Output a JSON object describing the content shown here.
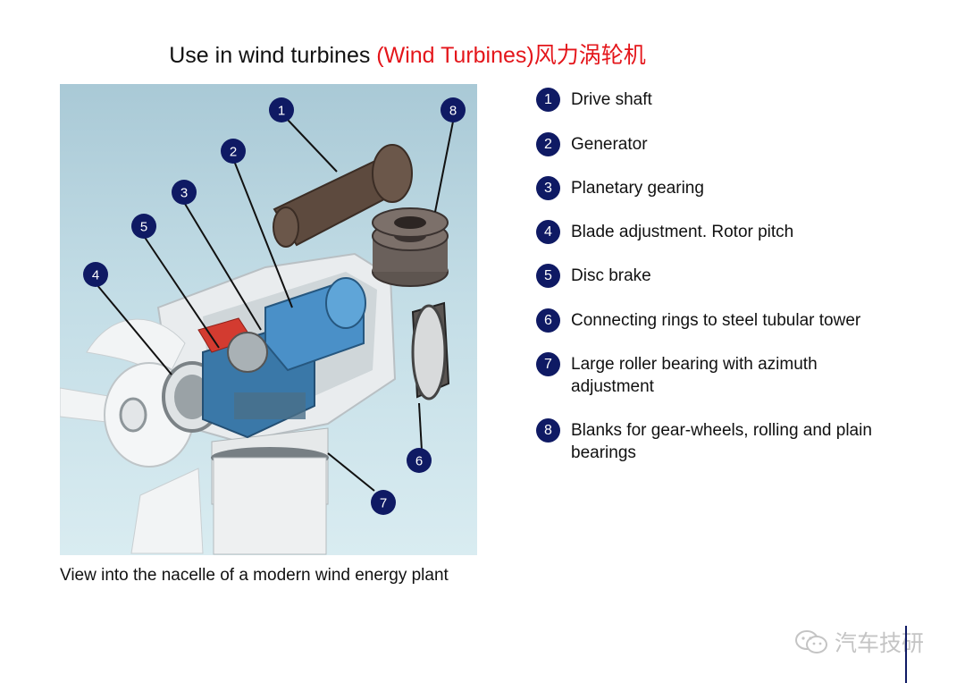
{
  "title": {
    "main": "Use in wind turbines ",
    "highlight": "(Wind Turbines)",
    "chinese": "风力涡轮机"
  },
  "figure": {
    "caption": "View into the nacelle of a modern wind energy plant",
    "callouts": [
      "1",
      "2",
      "3",
      "4",
      "5",
      "6",
      "7",
      "8"
    ]
  },
  "legend": {
    "items": [
      {
        "num": "1",
        "label": "Drive shaft"
      },
      {
        "num": "2",
        "label": "Generator"
      },
      {
        "num": "3",
        "label": "Planetary gearing"
      },
      {
        "num": "4",
        "label": "Blade adjustment. Rotor pitch"
      },
      {
        "num": "5",
        "label": "Disc brake"
      },
      {
        "num": "6",
        "label": "Connecting rings to steel tubular tower"
      },
      {
        "num": "7",
        "label": "Large roller bearing with azimuth adjustment"
      },
      {
        "num": "8",
        "label": "Blanks for gear-wheels, rolling and plain bearings"
      }
    ]
  },
  "watermark": {
    "text": "汽车技研"
  },
  "colors": {
    "callout": "#0f1a64",
    "highlight": "#e4161b",
    "watermark": "#c4c4c4"
  }
}
